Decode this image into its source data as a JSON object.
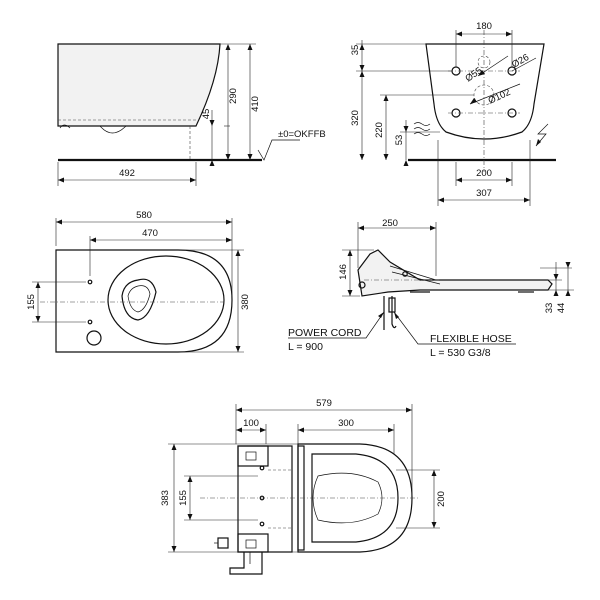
{
  "side_view": {
    "dim_height_seat": "290",
    "dim_height_total": "410",
    "dim_pan": "45",
    "dim_depth": "492",
    "floor_label": "±0=OKFFB"
  },
  "rear_view": {
    "dim_width_top": "180",
    "dim_top": "35",
    "dim_bolt_dia": "Ø26",
    "dim_hole_upper": "Ø55",
    "dim_hole_lower": "Ø102",
    "dim_height_320": "320",
    "dim_height_220": "220",
    "dim_height_53": "53",
    "dim_bottom_200": "200",
    "dim_bottom_307": "307"
  },
  "top_view": {
    "dim_length_580": "580",
    "dim_length_470": "470",
    "dim_width_155": "155",
    "dim_width_380": "380"
  },
  "seat_side_view": {
    "dim_length_250": "250",
    "dim_height_146": "146",
    "dim_height_33": "33",
    "dim_height_44": "44",
    "power_cord_label": "POWER CORD",
    "power_cord_length": "L = 900",
    "hose_label": "FLEXIBLE HOSE",
    "hose_length": "L = 530 G3/8"
  },
  "seat_top_view": {
    "dim_length_579": "579",
    "dim_offset_100": "100",
    "dim_length_300": "300",
    "dim_width_383": "383",
    "dim_width_155": "155",
    "dim_width_200": "200"
  }
}
